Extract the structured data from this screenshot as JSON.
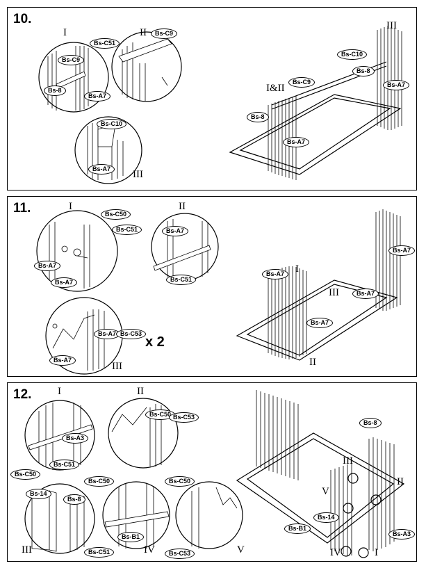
{
  "steps": [
    {
      "number": "10.",
      "romans": [
        "I",
        "II",
        "III",
        "III",
        "I&II"
      ],
      "labels": [
        "Bs-C51",
        "Bs-C9",
        "Bs-8",
        "Bs-A7",
        "Bs-C9",
        "Bs-C10",
        "Bs-A7",
        "Bs-C10",
        "Bs-8",
        "Bs-A7",
        "Bs-C9",
        "Bs-8",
        "Bs-A7"
      ]
    },
    {
      "number": "11.",
      "romans": [
        "I",
        "II",
        "III",
        "I",
        "III",
        "II"
      ],
      "labels": [
        "Bs-C50",
        "Bs-C51",
        "Bs-A7",
        "Bs-A7",
        "Bs-A7",
        "Bs-C51",
        "Bs-A7",
        "Bs-C53",
        "Bs-A7",
        "Bs-A7",
        "Bs-A7",
        "Bs-A7",
        "Bs-A7"
      ],
      "multiplier": "x 2"
    },
    {
      "number": "12.",
      "romans": [
        "I",
        "II",
        "III",
        "IV",
        "V",
        "III",
        "V",
        "II",
        "IV",
        "I"
      ],
      "labels": [
        "Bs-A3",
        "Bs-C51",
        "Bs-C50",
        "Bs-C50",
        "Bs-C53",
        "Bs-14",
        "Bs-8",
        "Bs-C50",
        "Bs-B1",
        "Bs-C51",
        "Bs-C50",
        "Bs-C53",
        "Bs-8",
        "Bs-14",
        "Bs-B1",
        "Bs-A3"
      ]
    }
  ]
}
